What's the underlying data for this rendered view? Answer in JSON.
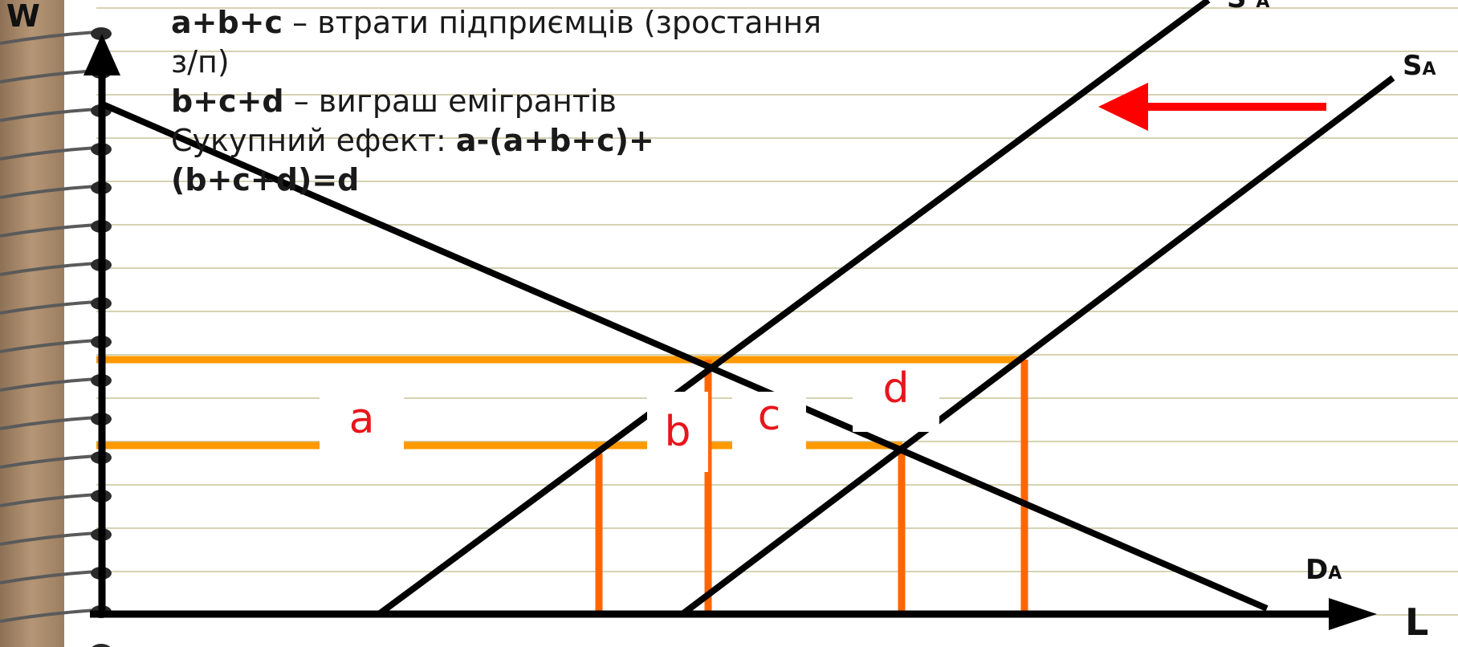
{
  "text": {
    "line1_bold": "a+b+c",
    "line1_rest": " – втрати підприємців (зростання",
    "line2": "з/п)",
    "line3_bold": "b+c+d",
    "line3_rest": " – виграш емігрантів",
    "line4_plain": "Сукупний ефект: ",
    "line4_bold": "a-(a+b+c)+",
    "line5_bold": "(b+c+d)=d"
  },
  "axes": {
    "y_label": "W",
    "x_label": "L"
  },
  "curves": {
    "supply_new": {
      "main": "S",
      "sub": "A"
    },
    "supply_old": {
      "main": "S",
      "sub": "A"
    },
    "demand": {
      "main": "D",
      "sub": "A"
    }
  },
  "areas": {
    "a": "a",
    "b": "b",
    "c": "c",
    "d": "d"
  },
  "colors": {
    "curve": "#000000",
    "wage_lines": "#ff9900",
    "drop_lines": "#ff6600",
    "shift_arrow": "#ff0000",
    "area_labels": "#e8151b"
  }
}
